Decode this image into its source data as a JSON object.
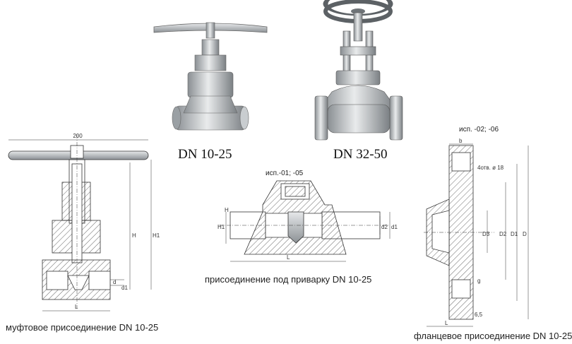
{
  "photos": {
    "left": {
      "label": "DN 10-25"
    },
    "right": {
      "label": "DN 32-50"
    }
  },
  "drawings": {
    "coupling": {
      "caption": "муфтовое присоединение DN 10-25",
      "dims": {
        "width": "200",
        "h": "H",
        "h1": "H1",
        "d": "d",
        "d1": "d1",
        "l": "L"
      }
    },
    "weld": {
      "caption": "присоединение под приварку DN 10-25",
      "variant": "исп.-01; -05",
      "dims": {
        "h1": "H1",
        "h": "H",
        "d2": "d2",
        "d1": "d1",
        "l": "L"
      }
    },
    "flange": {
      "caption": "фланцевое присоединение DN 10-25",
      "variant": "исп. -02; -06",
      "dims": {
        "b": "b",
        "holes": "4отв. ø 18",
        "d3": "D3",
        "d2": "D2",
        "d1": "D1",
        "d": "D",
        "g": "g",
        "s": "6,5",
        "l": "L"
      }
    }
  },
  "colors": {
    "metal_dark": "#6f7478",
    "metal_mid": "#a8adb1",
    "metal_light": "#dfe2e4",
    "hatch": "#444444"
  }
}
